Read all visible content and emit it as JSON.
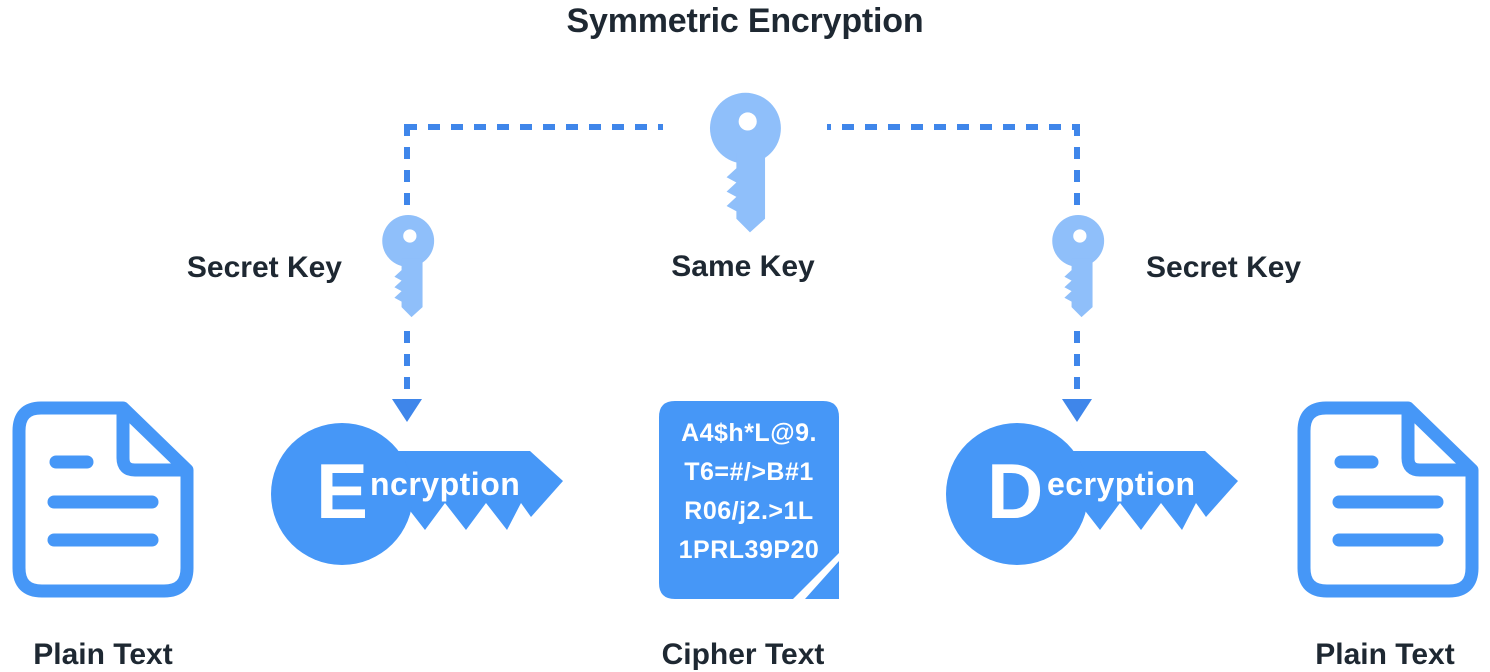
{
  "title": "Symmetric Encryption",
  "colors": {
    "key_light_blue": "#8FBFFA",
    "primary_blue": "#4697F7",
    "dash_blue": "#3F86EA",
    "text_dark": "#1E2832",
    "background": "#FFFFFF"
  },
  "keys": {
    "center_label": "Same Key",
    "left_label": "Secret Key",
    "right_label": "Secret Key",
    "icon": "key-icon"
  },
  "encryption": {
    "initial": "E",
    "rest": "ncryption"
  },
  "decryption": {
    "initial": "D",
    "rest": "ecryption"
  },
  "cipher": {
    "lines": [
      "A4$h*L@9.",
      "T6=#/>B#1",
      "R06/j2.>1L",
      "1PRL39P20"
    ],
    "label": "Cipher Text"
  },
  "documents": {
    "left_label": "Plain Text",
    "right_label": "Plain Text",
    "icon": "document-icon"
  },
  "connectors": {
    "arrow_icon": "arrow-down-icon",
    "style": "dashed"
  }
}
